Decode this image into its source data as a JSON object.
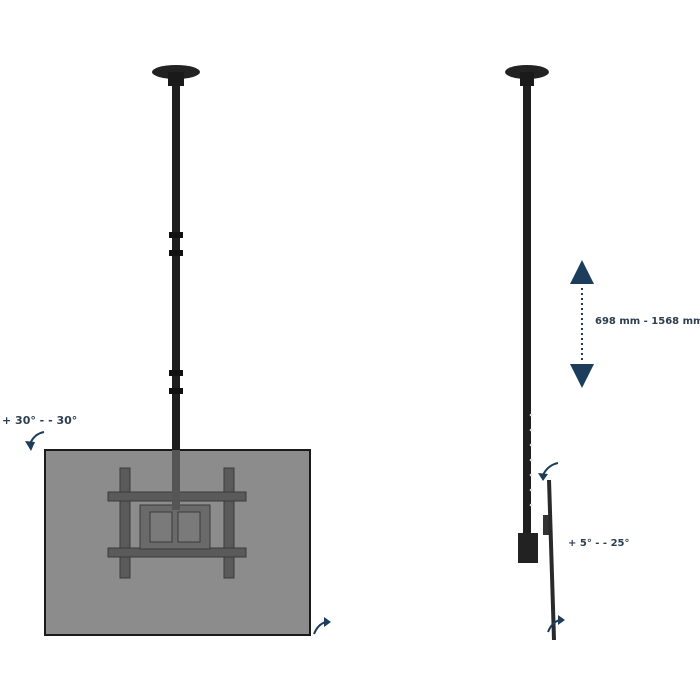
{
  "labels": {
    "swivel_range": "+ 30° - - 30°",
    "height_range": "698 mm - 1568 mm",
    "tilt_range": "+ 5° - - 25°"
  },
  "colors": {
    "arrow_accent": "#1d3d5c",
    "mount_metal": "#1e1e1e",
    "screen": "#8c8c8c"
  }
}
